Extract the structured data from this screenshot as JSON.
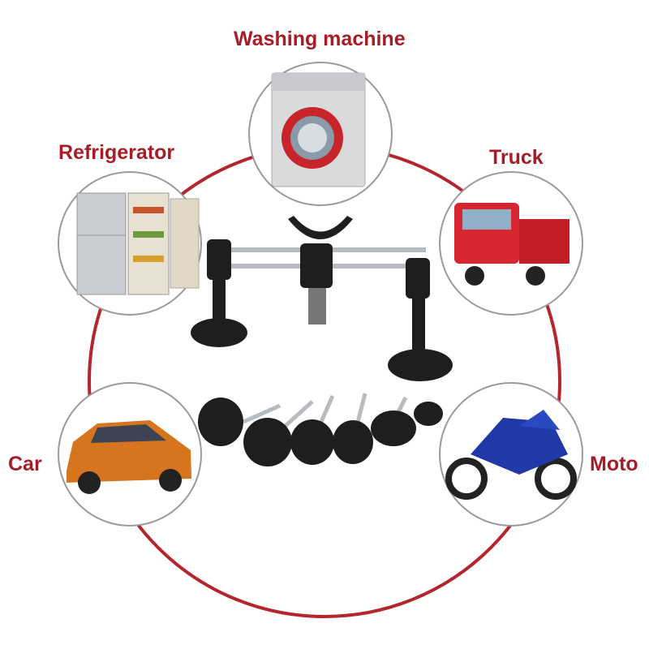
{
  "labels": {
    "washing_machine": "Washing machine",
    "refrigerator": "Refrigerator",
    "truck": "Truck",
    "car": "Car",
    "moto": "Moto"
  },
  "colors": {
    "label_text": "#a51d26",
    "ring": "#b3262c",
    "circle_border": "#9a9a9a"
  },
  "icons": [
    "washing-machine-image",
    "refrigerator-image",
    "truck-image",
    "car-image",
    "motorcycle-image",
    "dent-puller-bridge-image",
    "glue-tabs-image"
  ]
}
